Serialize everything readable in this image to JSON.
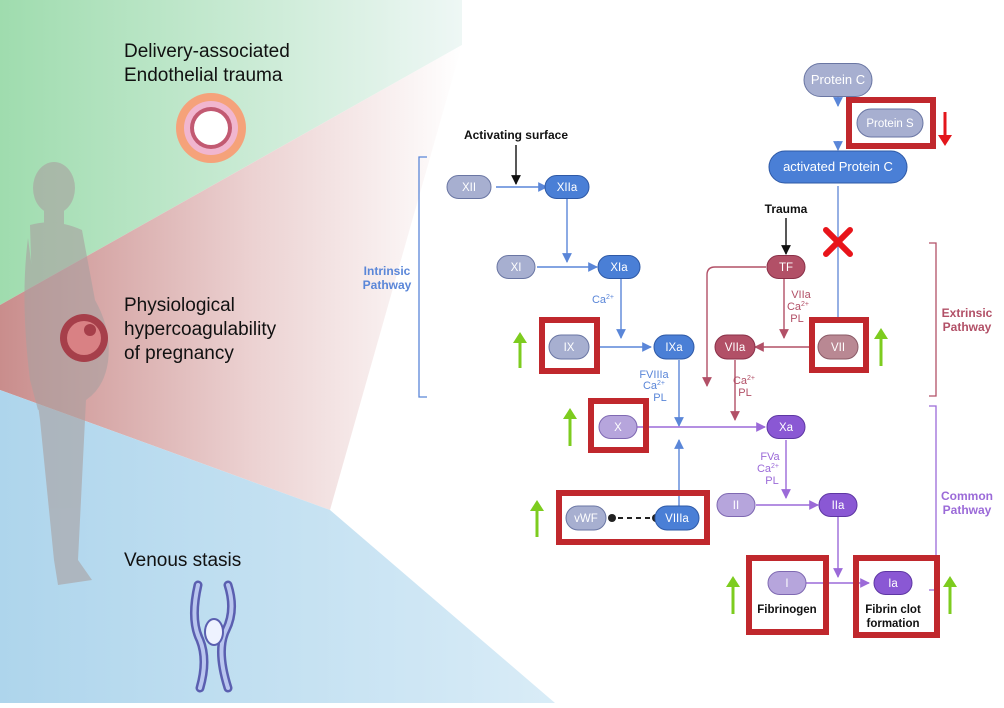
{
  "factors": [
    {
      "id": "XII",
      "label": "XII"
    },
    {
      "id": "XIIa",
      "label": "XIIa"
    },
    {
      "id": "XI",
      "label": "XI"
    },
    {
      "id": "XIa",
      "label": "XIa"
    },
    {
      "id": "IX",
      "label": "IX"
    },
    {
      "id": "IXa",
      "label": "IXa"
    },
    {
      "id": "X",
      "label": "X"
    },
    {
      "id": "Xa",
      "label": "Xa"
    },
    {
      "id": "II",
      "label": "II"
    },
    {
      "id": "IIa",
      "label": "IIa"
    },
    {
      "id": "I",
      "label": "I"
    },
    {
      "id": "Ia",
      "label": "Ia"
    },
    {
      "id": "vWF",
      "label": "vWF"
    },
    {
      "id": "VIIIa",
      "label": "VIIIa"
    },
    {
      "id": "TF",
      "label": "TF"
    },
    {
      "id": "VIIa",
      "label": "VIIa"
    },
    {
      "id": "VII",
      "label": "VII"
    },
    {
      "id": "ProteinC",
      "label": "Protein C"
    },
    {
      "id": "ProteinS",
      "label": "Protein S"
    },
    {
      "id": "aPC",
      "label": "activated Protein C"
    }
  ],
  "triggers": {
    "activating_surface": "Activating surface",
    "trauma": "Trauma"
  },
  "pathways": {
    "intrinsic": [
      "Intrinsic",
      "Pathway"
    ],
    "extrinsic": [
      "Extrinsic",
      "Pathway"
    ],
    "common": [
      "Common",
      "Pathway"
    ]
  },
  "product_labels": {
    "fibrinogen": "Fibrinogen",
    "fibrin": [
      "Fibrin clot",
      "formation"
    ]
  },
  "cofactors": {
    "ca_ix": "Ca",
    "ca_ix_sup": "2+",
    "fviiia": "FVIIIa",
    "fviiia_ca": "Ca",
    "fviiia_ca_sup": "2+",
    "fviiia_pl": "PL",
    "viia": "VIIa",
    "viia_ca": "Ca",
    "viia_ca_sup": "2+",
    "viia_pl": "PL",
    "tf_ca": "Ca",
    "tf_ca_sup": "2+",
    "tf_pl": "PL",
    "fva": "FVa",
    "fva_ca": "Ca",
    "fva_ca_sup": "2+",
    "fva_pl": "PL"
  },
  "risk_factors": {
    "endothelial": "Delivery-associated\nEndothelial trauma",
    "hypercoag": "Physiological\nhypercoagulability\nof pregnancy",
    "stasis": "Venous stasis"
  },
  "colors": {
    "intrinsic": "#5a86d8",
    "extrinsic": "#b25067",
    "common": "#9b6ad8",
    "highlight_box": "#c0282d",
    "arrow_up": "#7dcc1f",
    "arrow_down": "#e3161b",
    "inhibition_mark": "#e8141a"
  }
}
